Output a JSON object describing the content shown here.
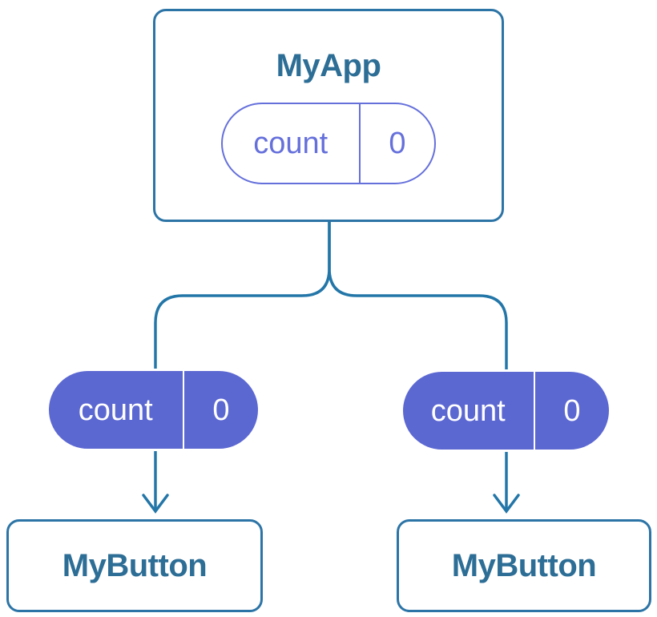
{
  "colors": {
    "background": "#ffffff",
    "node_border": "#2C74A6",
    "connector": "#2376A8",
    "node_text": "#2D6E96",
    "prop_outline": "#6570DB",
    "prop_fill": "#5C68D2",
    "prop_fill_text": "#ffffff"
  },
  "diagram": {
    "type": "component-tree",
    "root": {
      "title": "MyApp",
      "prop": {
        "name": "count",
        "value": "0"
      }
    },
    "children": [
      {
        "title": "MyButton",
        "prop": {
          "name": "count",
          "value": "0"
        }
      },
      {
        "title": "MyButton",
        "prop": {
          "name": "count",
          "value": "0"
        }
      }
    ]
  }
}
